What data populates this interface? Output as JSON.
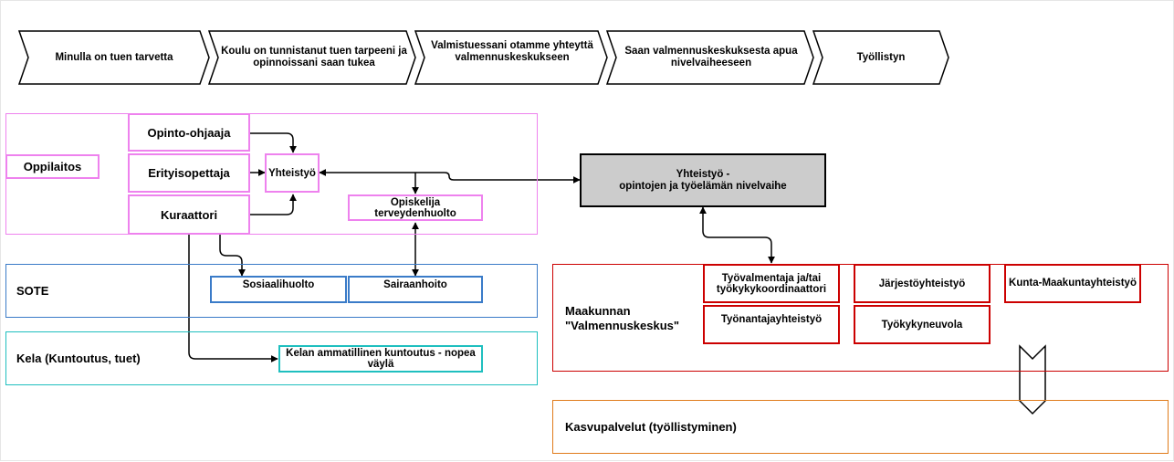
{
  "process_steps": [
    "Minulla on tuen tarvetta",
    "Koulu on tunnistanut tuen tarpeeni ja opinnoissani saan tukea",
    "Valmistuessani otamme yhteyttä valmennuskeskukseen",
    "Saan valmennuskeskuksesta apua nivelvaiheeseen",
    "Työllistyn"
  ],
  "lanes": {
    "oppilaitos": "Oppilaitos",
    "sote": "SOTE",
    "kela": "Kela (Kuntoutus, tuet)",
    "maakunta": "Maakunnan \"Valmennuskeskus\"",
    "kasvu": "Kasvupalvelut (työllistyminen)"
  },
  "nodes": {
    "opinto_ohjaaja": "Opinto-ohjaaja",
    "erityisopettaja": "Erityisopettaja",
    "kuraattori": "Kuraattori",
    "yhteistyo": "Yhteistyö",
    "opiskelija_terveydenhuolto": "Opiskelija terveydenhuolto",
    "yhteistyo_nivelvaihe_line1": "Yhteistyö -",
    "yhteistyo_nivelvaihe_line2": "opintojen ja työelämän nivelvaihe",
    "sosiaalihuolto": "Sosiaalihuolto",
    "sairaanhoito": "Sairaanhoito",
    "kelan_kuntoutus": "Kelan ammatillinen kuntoutus - nopea väylä",
    "tyovalmentaja": "Työvalmentaja ja/tai työkykykoordinaattori",
    "jarjestoyhteistyo": "Järjestöyhteistyö",
    "kunta_maakunta": "Kunta-Maakuntayhteistyö",
    "tyonantajayhteistyo": "Työnantajayhteistyö",
    "tyokykyneuvola": "Työkykyneuvola"
  },
  "colors": {
    "oppilaitos": "#ee82ee",
    "sote": "#3a7bc8",
    "kela": "#1fbfbf",
    "maakunta": "#cc0000",
    "kasvu": "#e07b1a",
    "highlight_fill": "#cccccc",
    "line": "#000000"
  }
}
